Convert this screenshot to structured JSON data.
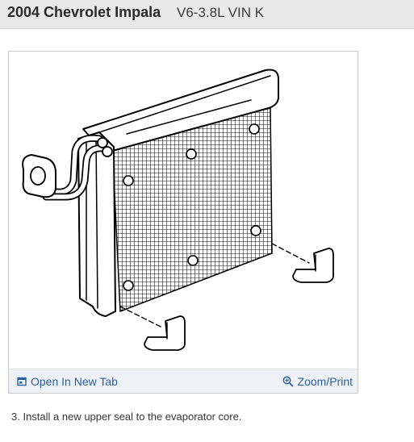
{
  "header": {
    "title": "2004 Chevrolet Impala",
    "subtitle": "V6-3.8L VIN K"
  },
  "figure": {
    "open_tab_label": "Open In New Tab",
    "zoom_label": "Zoom/Print",
    "icons": {
      "open_tab": "open-new-tab-icon",
      "zoom": "zoom-magnifier-icon"
    },
    "link_color": "#2b5f9e"
  },
  "step": {
    "text": "3. Install a new upper seal to the evaporator core."
  }
}
